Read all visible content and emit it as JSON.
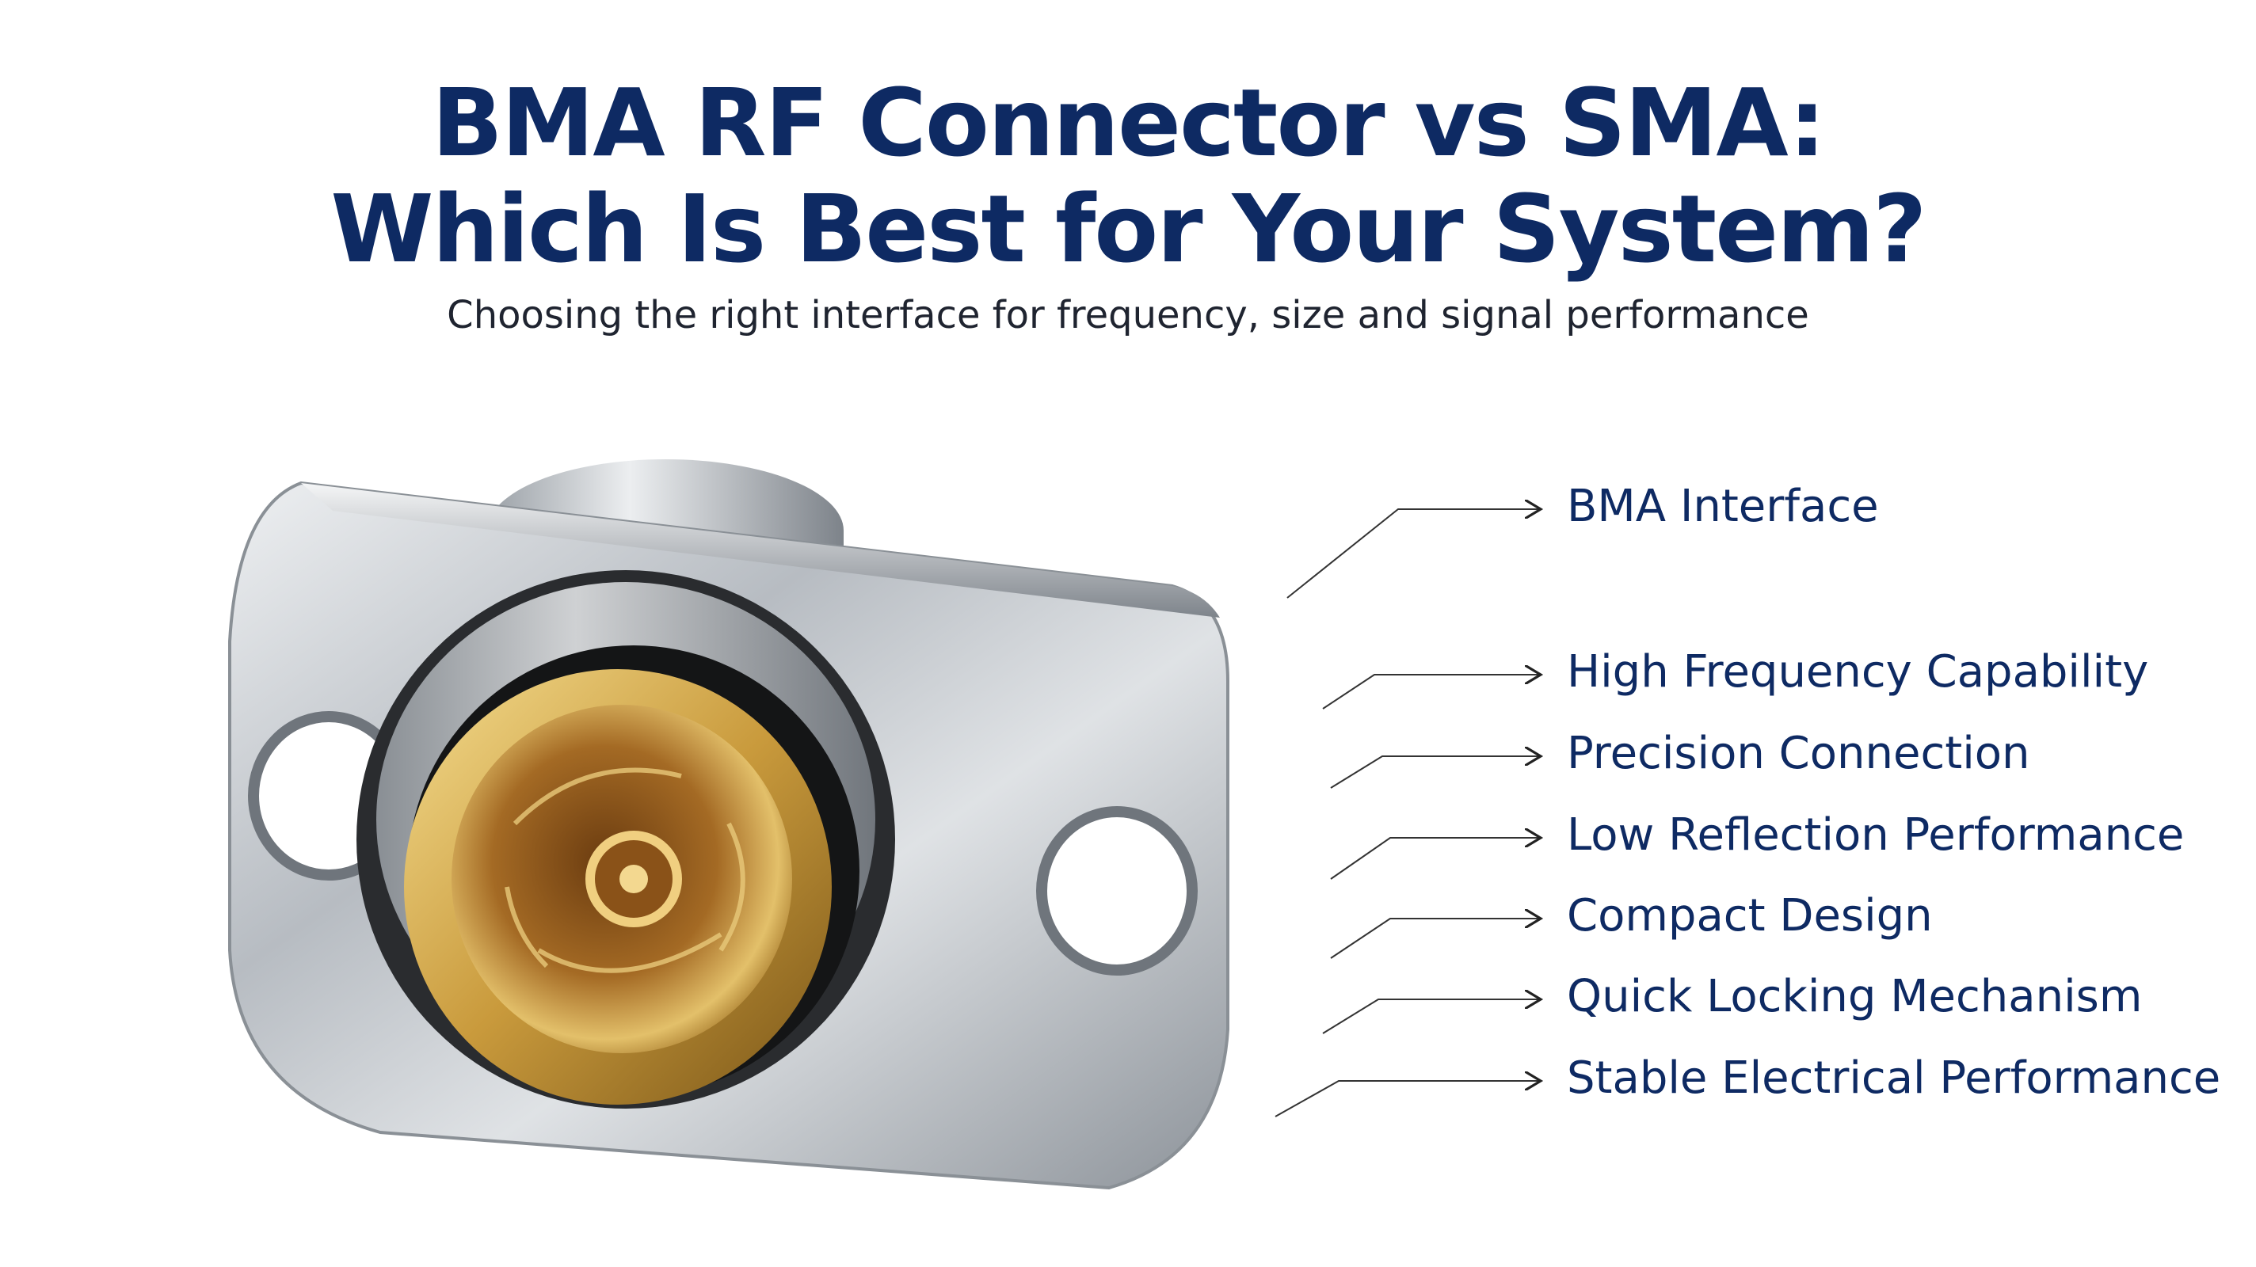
{
  "title_line_1": "BMA RF Connector vs SMA:",
  "title_line_2": "Which Is Best for Your System?",
  "subtitle": "Choosing the right interface for frequency, size and signal performance",
  "features": [
    "BMA Interface",
    "High Frequency Capability",
    "Precision Connection",
    "Low Reflection Performance",
    "Compact Design",
    "Quick Locking Mechanism",
    "Stable Electrical Performance"
  ],
  "colors": {
    "title": "#0e2a63",
    "gold": "#c9a046",
    "steel": "#b9bdc2"
  }
}
